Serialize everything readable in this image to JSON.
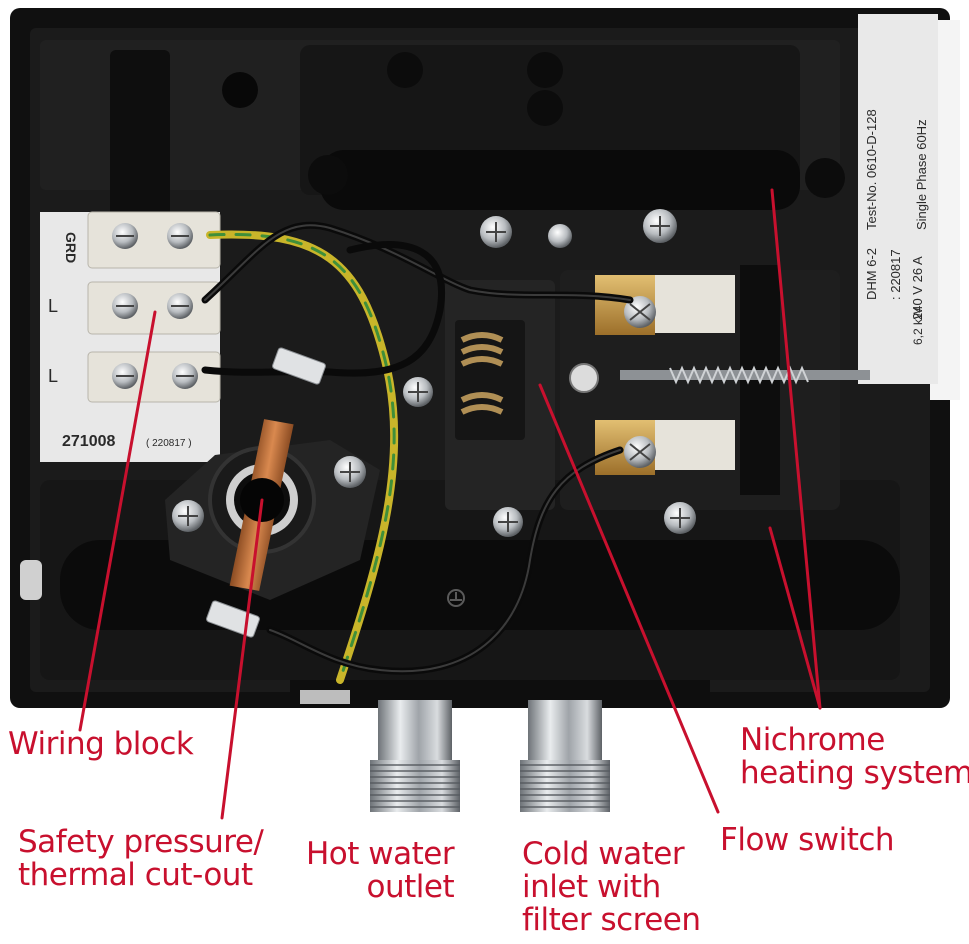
{
  "colors": {
    "callout_red": "#c8102e",
    "housing_black": "#151515",
    "label_plate": "#e9e9e9",
    "terminal_white": "#e6e3da",
    "brass": "#c99a4a",
    "copper": "#c4743e",
    "ground_wire_yellow": "#c9b52a",
    "ground_wire_green": "#3f8f3a",
    "chrome": "#bfc3c7"
  },
  "rating_plate": {
    "line1": "Test-No. 0610-D-128",
    "line2": "DHM 6-2",
    "line3": ": 220817",
    "line4": "240 V  26 A",
    "line5": "Single Phase 60Hz",
    "line6": "6,2 kW"
  },
  "terminal_block": {
    "grd": "GRD",
    "l1": "L",
    "l2": "L",
    "part_no": "271008",
    "date": "( 220817 )"
  },
  "callouts": {
    "wiring_block": [
      "Wiring block"
    ],
    "safety_cutout": [
      "Safety pressure/",
      "thermal cut-out"
    ],
    "hot_outlet": [
      "Hot water",
      "outlet"
    ],
    "cold_inlet": [
      "Cold water",
      "inlet with",
      "filter screen"
    ],
    "flow_switch": [
      "Flow switch"
    ],
    "nichrome": [
      "Nichrome",
      "heating system"
    ]
  },
  "icons": [
    "screw-icon",
    "ground-symbol-icon"
  ]
}
